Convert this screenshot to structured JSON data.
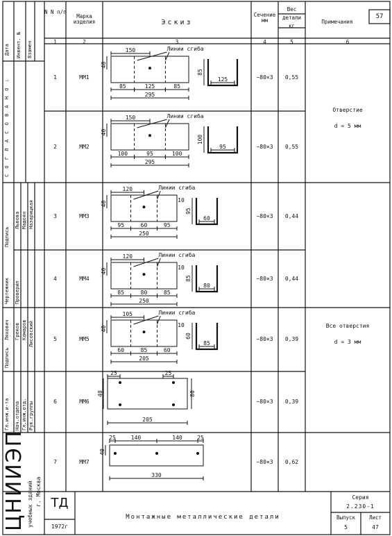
{
  "header": {
    "num": "N N п/п",
    "num_sub": "1",
    "mark": "Марка изделия",
    "mark_sub": "2",
    "sketch": "Эскиз",
    "sketch_sub": "3",
    "section": "Сечение мм",
    "section_sub": "4",
    "weight": "Вес детали кг",
    "weight_sub": "5",
    "notes": "Примечания",
    "notes_sub": "6",
    "page": "57"
  },
  "side": {
    "data": "Дата",
    "inv": "Инвент. №",
    "zamen": "Взамен",
    "soglasovano": "С О Г Л А С О В А Н О :",
    "podpis": "Подпись",
    "chertezhnik": "Чертежник",
    "proveril": "Проверил",
    "lvova": "Львова",
    "madoyan": "Мадоян",
    "nazaritskaya": "Назарицкая",
    "podpis2": "Подпись",
    "lyakhovich": "Ляхович",
    "grekov": "Греков",
    "komarov": "Комаров",
    "lisovskiy": "Лисовский",
    "glinzh": "Гл.инж.и-та",
    "nachotd": "Нач.отдела",
    "glinzhotd": "Гл.инж.отд.",
    "rukgr": "Рук.группы",
    "institute": "ЦНИИЭП",
    "inst_sub": "учебных зданий",
    "city": "г. Москва"
  },
  "rows": [
    {
      "num": "1",
      "mark": "ММ1",
      "section": "~80×3",
      "weight": "0,55",
      "d": {
        "a": "150",
        "b": "40",
        "c": "85",
        "e": "125",
        "f": "85",
        "total": "295",
        "h": "85",
        "w": "125",
        "label": "Линии сгиба"
      }
    },
    {
      "num": "2",
      "mark": "ММ2",
      "section": "~80×3",
      "weight": "0,55",
      "d": {
        "a": "150",
        "b": "40",
        "c": "100",
        "e": "95",
        "f": "100",
        "total": "295",
        "h": "100",
        "w": "95",
        "label": "Линии сгиба"
      }
    },
    {
      "num": "3",
      "mark": "ММ3",
      "section": "~80×3",
      "weight": "0,44",
      "d": {
        "a": "120",
        "b": "40",
        "c": "95",
        "e": "60",
        "f": "95",
        "total": "250",
        "h": "95",
        "w": "60",
        "label": "Линии сгиба",
        "s": "10"
      }
    },
    {
      "num": "4",
      "mark": "ММ4",
      "section": "~80×3",
      "weight": "0,44",
      "d": {
        "a": "120",
        "b": "40",
        "c": "85",
        "e": "80",
        "f": "85",
        "total": "250",
        "h": "85",
        "w": "80",
        "label": "Линии сгиба",
        "s": "10"
      }
    },
    {
      "num": "5",
      "mark": "ММ5",
      "section": "~80×3",
      "weight": "0,39",
      "d": {
        "a": "105",
        "b": "40",
        "c": "60",
        "e": "85",
        "f": "60",
        "total": "205",
        "h": "60",
        "w": "85",
        "label": "Линии сгиба",
        "s": "10"
      }
    },
    {
      "num": "6",
      "mark": "ММ6",
      "section": "~80×3",
      "weight": "0,39",
      "d": {
        "a": "25",
        "b": "40",
        "c": "25",
        "total": "205",
        "h": "80"
      }
    },
    {
      "num": "7",
      "mark": "ММ7",
      "section": "~80×3",
      "weight": "0,62",
      "d": {
        "a": "25",
        "b": "140",
        "c": "140",
        "e": "25",
        "f": "40",
        "total": "330"
      }
    }
  ],
  "notes": {
    "n1_title": "Отверстие",
    "n1_value": "d = 5 мм",
    "n2_title": "Все отверстия",
    "n2_value": "d = 3 мм"
  },
  "title_block": {
    "td": "ТД",
    "year": "1972г",
    "title": "Монтажные металлические детали",
    "series_label": "Серия",
    "series": "2.230-1",
    "issue_label": "Выпуск",
    "issue": "5",
    "sheet_label": "Лист",
    "sheet": "47"
  }
}
